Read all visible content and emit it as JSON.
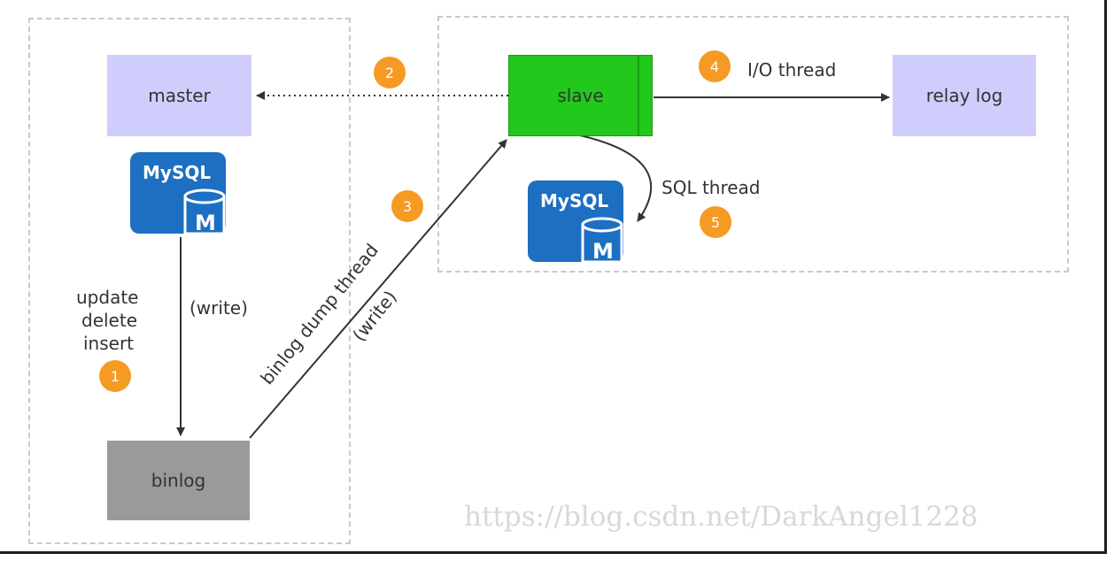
{
  "nodes": {
    "master": "master",
    "binlog": "binlog",
    "slave": "slave",
    "relay_log": "relay log"
  },
  "mysql_logo": {
    "brand": "MySQL",
    "letter": "M"
  },
  "labels": {
    "update": "update",
    "delete": "delete",
    "insert": "insert",
    "write_master": "(write)",
    "binlog_dump_thread": "binlog dump thread",
    "write_dump": "(write)",
    "io_thread": "I/O thread",
    "sql_thread": "SQL thread"
  },
  "steps": [
    "1",
    "2",
    "3",
    "4",
    "5"
  ],
  "watermark": "https://blog.csdn.net/DarkAngel1228",
  "colors": {
    "master_fill": "#cfcdfb",
    "relay_fill": "#cfcdfb",
    "slave_fill": "#22c81b",
    "binlog_fill": "#9a9a9a",
    "badge": "#f59a23",
    "mysql_blue": "#1c6fc1"
  }
}
